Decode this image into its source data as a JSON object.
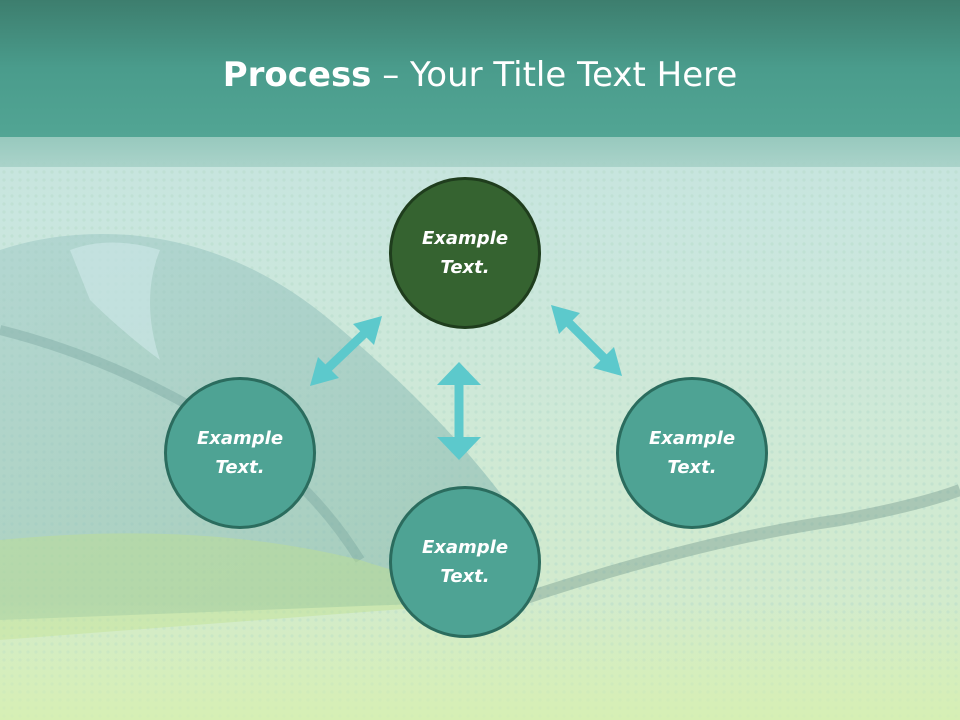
{
  "header": {
    "title_bold": "Process",
    "title_rest": " – Your Title Text Here"
  },
  "diagram": {
    "nodes": [
      {
        "id": "top",
        "label": "Example Text."
      },
      {
        "id": "left",
        "label": "Example Text."
      },
      {
        "id": "right",
        "label": "Example Text."
      },
      {
        "id": "bottom",
        "label": "Example Text."
      }
    ],
    "colors": {
      "accent_node": "#356330",
      "node": "#4ea394",
      "arrow": "#5cc9cc",
      "header": "#4a9c8c"
    }
  }
}
